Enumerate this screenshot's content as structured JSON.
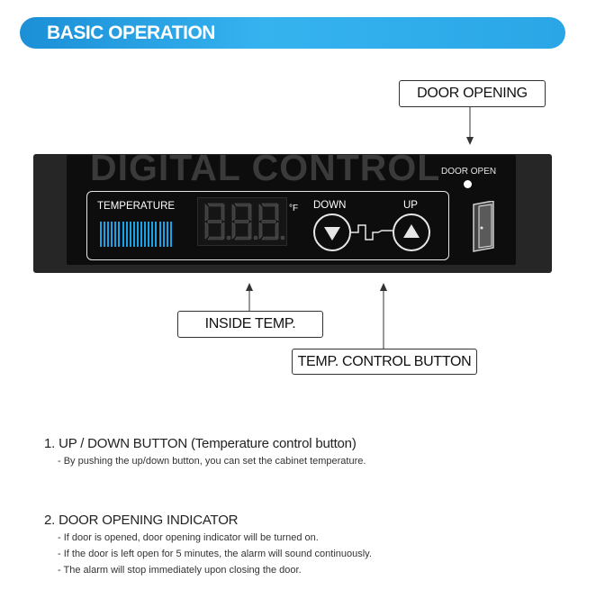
{
  "header": {
    "title": "BASIC OPERATION"
  },
  "callouts": {
    "door_opening": "DOOR OPENING",
    "inside_temp": "INSIDE TEMP.",
    "temp_control": "TEMP. CONTROL BUTTON"
  },
  "panel": {
    "brand_text": "DIGITAL CONTROL",
    "door_open_label": "DOOR OPEN",
    "temperature_label": "TEMPERATURE",
    "display_digits": "8.8.8.",
    "unit": "°F",
    "down_label": "DOWN",
    "up_label": "UP",
    "colors": {
      "accent": "#1AA3E8",
      "panel": "#262626",
      "banner": "#2AA6E6"
    }
  },
  "sections": [
    {
      "heading": "1. UP / DOWN BUTTON (Temperature control button)",
      "items": [
        "- By pushing the up/down button, you can set the cabinet temperature."
      ]
    },
    {
      "heading": "2. DOOR OPENING INDICATOR",
      "items": [
        "- If door is opened, door opening indicator will be turned on.",
        "- If the door is left open for 5 minutes, the alarm will sound continuously.",
        "- The alarm will stop immediately upon closing the door."
      ]
    }
  ],
  "icons": [
    "down-triangle-icon",
    "up-triangle-icon",
    "door-icon",
    "door-open-led-icon"
  ]
}
